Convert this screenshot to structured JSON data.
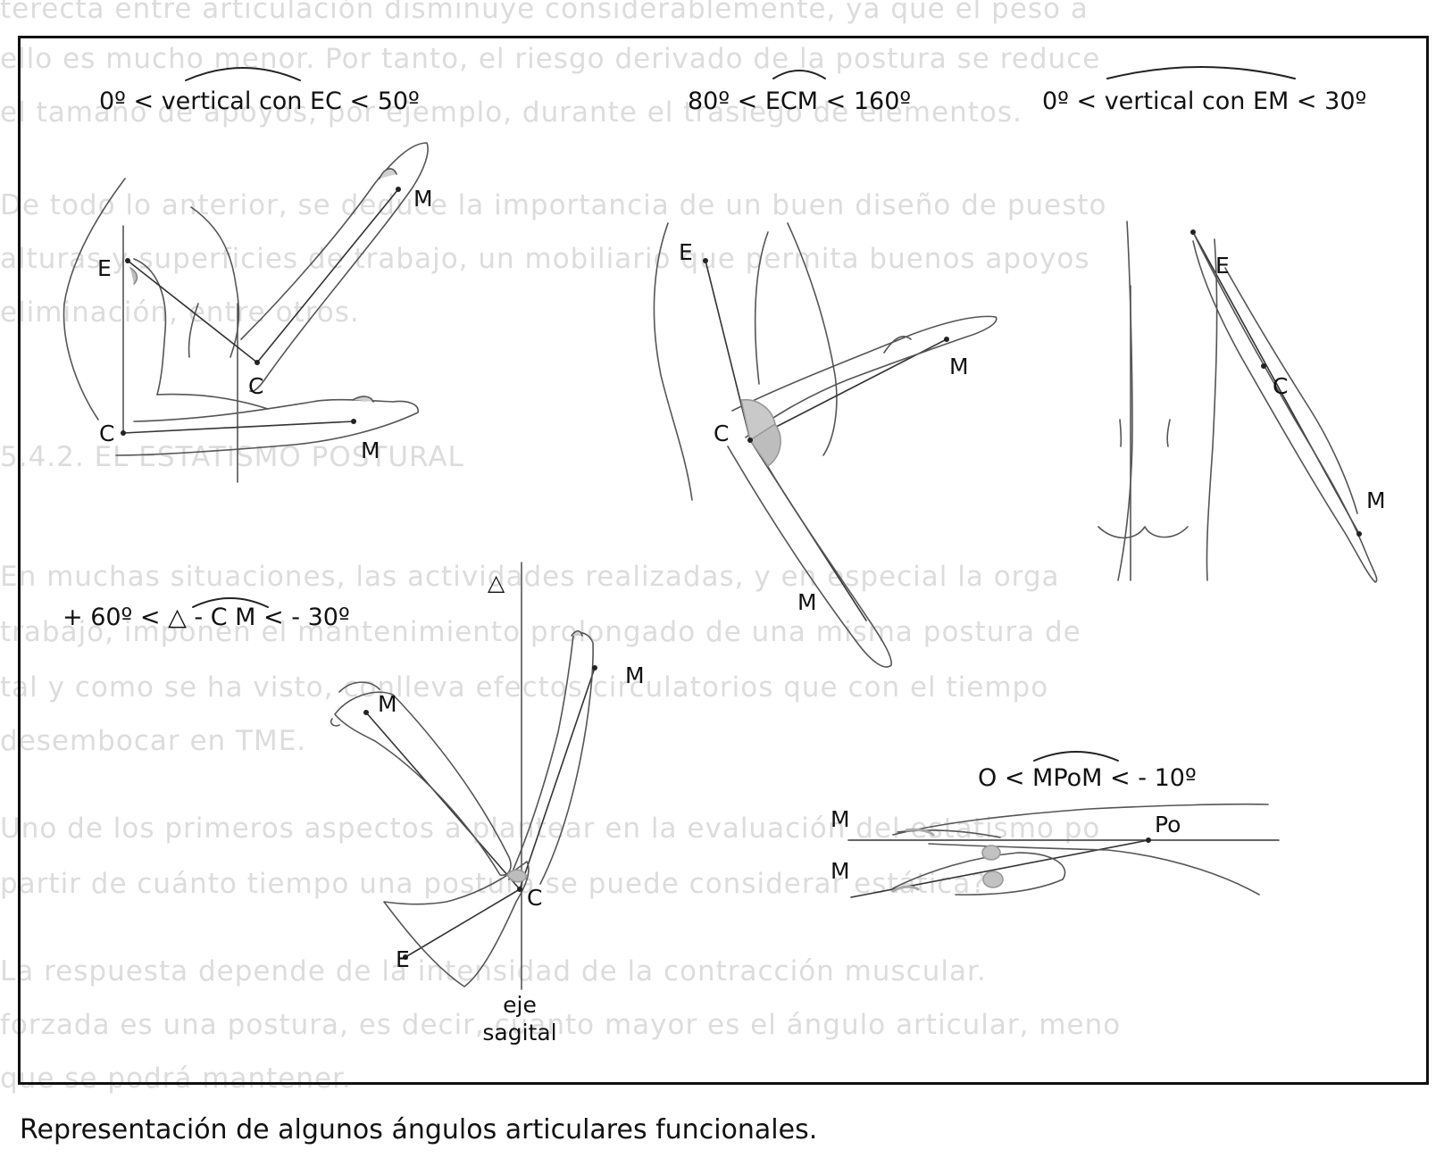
{
  "background_text": [
    "terecta entre articulación disminuye considerablemente, ya que el peso a",
    "ello es mucho menor. Por tanto, el riesgo derivado de la postura se reduce",
    "el tamaño de apoyos, por ejemplo, durante el trasiego de elementos.",
    "De todo lo anterior, se deduce la importancia de un buen diseño de puesto",
    "alturas y superficies de trabajo, un mobiliario que permita buenos apoyos",
    "eliminación, entre otros.",
    "5.4.2.   EL ESTATISMO POSTURAL",
    "En muchas situaciones, las actividades realizadas, y en especial la orga",
    "trabajo, imponen el mantenimiento prolongado de una misma postura de",
    "tal y como se ha visto, conlleva efectos circulatorios que con el tiempo",
    "desembocar en TME.",
    "Uno de los primeros aspectos a plantear en la evaluación del estatismo po",
    "partir de cuánto tiempo una postura se puede considerar estática?",
    "La respuesta depende de la intensidad de la contracción muscular.",
    "forzada es una postura, es decir, cuanto mayor es el ángulo articular, meno",
    "que se podrá mantener."
  ],
  "panels": {
    "elbow_vertical": {
      "title": "0º < vertical con EC < 50º",
      "labels": {
        "M_top": "M",
        "E": "E",
        "C_top": "C",
        "C_bottom": "C",
        "M_bottom": "M"
      }
    },
    "ecm_angle": {
      "title": "80º < ECM < 160º",
      "labels": {
        "E": "E",
        "M_upper": "M",
        "C": "C",
        "M_lower": "M"
      }
    },
    "em_vertical": {
      "title": "0º < vertical con EM < 30º",
      "labels": {
        "E": "E",
        "C": "C",
        "M": "M"
      }
    },
    "sagittal": {
      "title": "+ 60º < △ - C M < - 30º",
      "triangle_marker": "△",
      "labels": {
        "M_left": "M",
        "M_right": "M",
        "C": "C",
        "E": "E"
      },
      "axis_label": "eje\nsagital"
    },
    "wrist": {
      "title": "O < MPoM < - 10º",
      "labels": {
        "M_top": "M",
        "M_bottom": "M",
        "Po": "Po"
      }
    }
  },
  "caption": "Representación de algunos ángulos articulares funcionales."
}
